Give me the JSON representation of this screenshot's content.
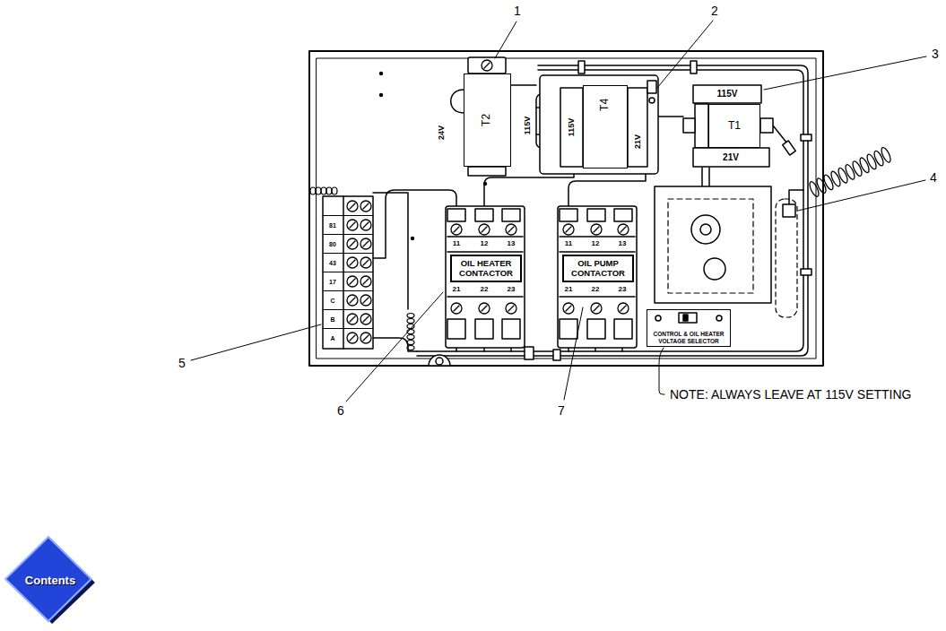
{
  "diagram": {
    "nodes": [
      {
        "text": [
          "T2"
        ]
      },
      {
        "text": [
          "T4"
        ]
      },
      {
        "text": [
          "T1"
        ]
      },
      {
        "text": [
          "OIL HEATER CONTACTOR"
        ]
      },
      {
        "text": [
          "OIL PUMP CONTACTOR"
        ]
      },
      {
        "text": [
          "CONTROL & OIL HEATER VOLTAGE SELECTOR"
        ]
      },
      {
        "text": [
          "Contents"
        ]
      }
    ],
    "labels": [
      "1",
      "2",
      "3",
      "4",
      "5",
      "6",
      "7",
      "24V",
      "115V",
      "115V",
      "21V",
      "115V",
      "21V",
      "81",
      "80",
      "43",
      "17",
      "C",
      "B",
      "A",
      "11",
      "12",
      "13",
      "21",
      "22",
      "23",
      "11",
      "12",
      "13",
      "21",
      "22",
      "23",
      "NOTE: ALWAYS LEAVE AT 115V SETTING"
    ]
  }
}
